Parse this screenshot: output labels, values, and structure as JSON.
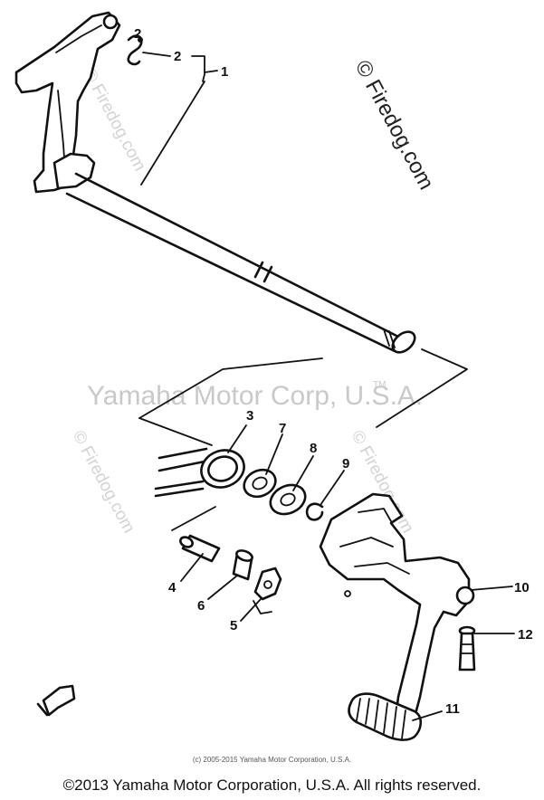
{
  "watermarks": {
    "center_text": "Yamaha Motor Corp, U.S.A.",
    "tm_mark": "TM",
    "site_text": "© Firedog.com",
    "site_text_short": "Firedog.com"
  },
  "callouts": {
    "p1": "1",
    "p2": "2",
    "p3": "3",
    "p4": "4",
    "p5": "5",
    "p6": "6",
    "p7": "7",
    "p8": "8",
    "p9": "9",
    "p10": "10",
    "p11": "11",
    "p12": "12"
  },
  "footer": {
    "small_copyright": "(c) 2005-2015 Yamaha Motor Corporation, U.S.A.",
    "copyright": "©2013 Yamaha Motor Corporation, U.S.A. All rights reserved."
  },
  "colors": {
    "ink": "#111111",
    "watermark": "#c9c9c9",
    "background": "#ffffff"
  }
}
